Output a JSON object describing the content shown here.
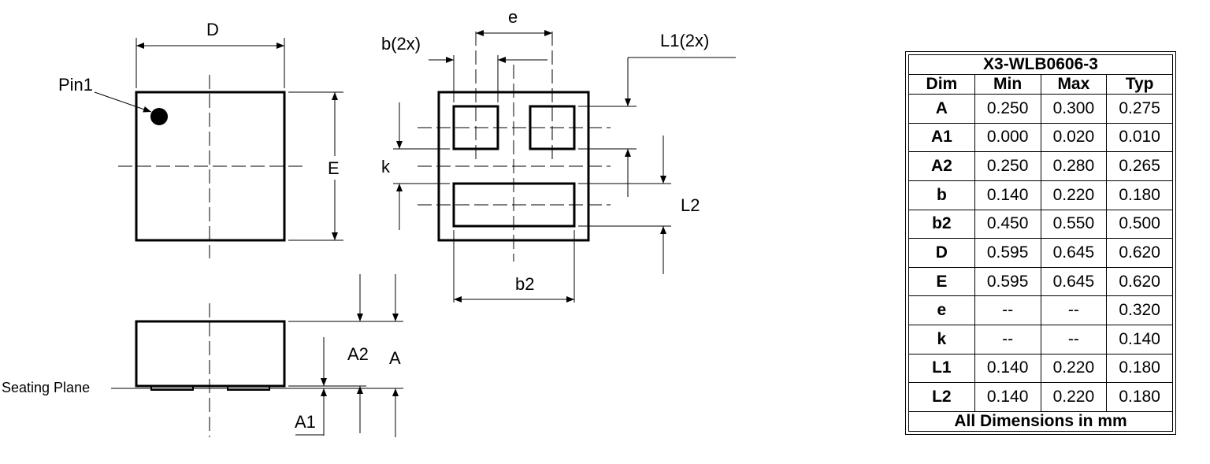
{
  "labels": {
    "D": "D",
    "E": "E",
    "pin1": "Pin1",
    "e": "e",
    "b_2x": "b(2x)",
    "L1_2x": "L1(2x)",
    "k": "k",
    "L2": "L2",
    "b2": "b2",
    "A2": "A2",
    "A": "A",
    "A1": "A1",
    "seating_plane": "Seating Plane"
  },
  "table": {
    "title": "X3-WLB0606-3",
    "headers": [
      "Dim",
      "Min",
      "Max",
      "Typ"
    ],
    "rows": [
      [
        "A",
        "0.250",
        "0.300",
        "0.275"
      ],
      [
        "A1",
        "0.000",
        "0.020",
        "0.010"
      ],
      [
        "A2",
        "0.250",
        "0.280",
        "0.265"
      ],
      [
        "b",
        "0.140",
        "0.220",
        "0.180"
      ],
      [
        "b2",
        "0.450",
        "0.550",
        "0.500"
      ],
      [
        "D",
        "0.595",
        "0.645",
        "0.620"
      ],
      [
        "E",
        "0.595",
        "0.645",
        "0.620"
      ],
      [
        "e",
        "--",
        "--",
        "0.320"
      ],
      [
        "k",
        "--",
        "--",
        "0.140"
      ],
      [
        "L1",
        "0.140",
        "0.220",
        "0.180"
      ],
      [
        "L2",
        "0.140",
        "0.220",
        "0.180"
      ]
    ],
    "footer": "All Dimensions in mm"
  }
}
